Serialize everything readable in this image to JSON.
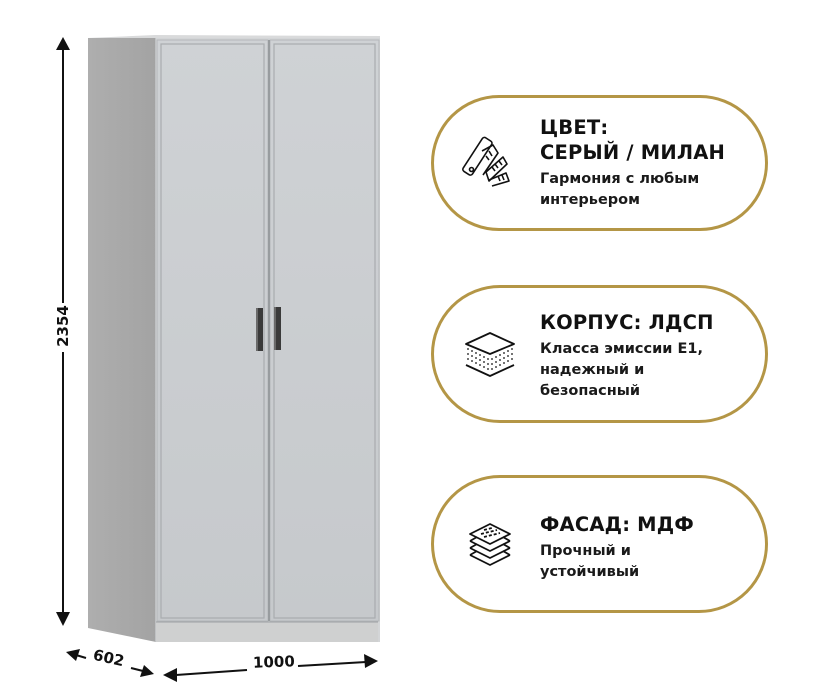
{
  "product": {
    "type": "wardrobe",
    "color_front": "#C9CCCF",
    "color_side": "#A8A8A8",
    "handle_color": "#3A3A3A"
  },
  "dimensions": {
    "height": "2354",
    "depth": "602",
    "width": "1000"
  },
  "features": [
    {
      "icon": "color-swatch-fan-icon",
      "title_lines": [
        "ЦВЕТ:",
        "СЕРЫЙ / МИЛАН"
      ],
      "desc_lines": [
        "Гармония с любым",
        "интерьером"
      ]
    },
    {
      "icon": "layered-board-icon",
      "title_lines": [
        "КОРПУС: ЛДСП"
      ],
      "desc_lines": [
        "Класса эмиссии E1,",
        "надежный и",
        "безопасный"
      ]
    },
    {
      "icon": "stacked-sheets-icon",
      "title_lines": [
        "ФАСАД: МДФ"
      ],
      "desc_lines": [
        "Прочный и",
        "устойчивый"
      ]
    }
  ],
  "accent_color": "#B49646"
}
